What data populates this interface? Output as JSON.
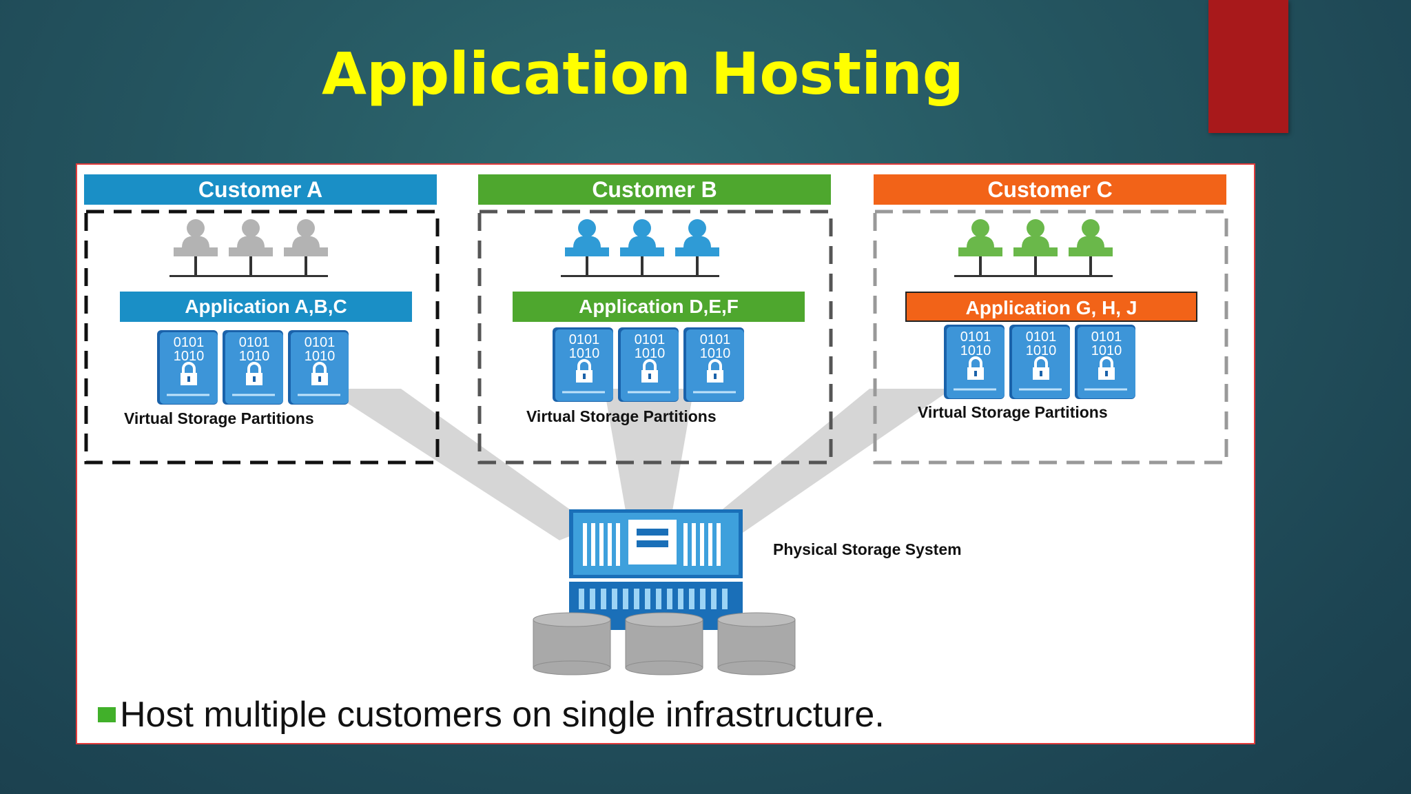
{
  "slide": {
    "title": "Application Hosting",
    "bullet": "Host multiple customers on single infrastructure."
  },
  "customers": [
    {
      "name": "Customer A",
      "apps": "Application A,B,C",
      "storage_label": "Virtual Storage Partitions",
      "color": "#1a8fc6",
      "user_color": "#b3b3b3"
    },
    {
      "name": "Customer B",
      "apps": "Application D,E,F",
      "storage_label": "Virtual Storage Partitions",
      "color": "#4ea72e",
      "user_color": "#2f9bd6"
    },
    {
      "name": "Customer C",
      "apps": "Application G, H, J",
      "storage_label": "Virtual Storage Partitions",
      "color": "#f26318",
      "user_color": "#6ab84a"
    }
  ],
  "disk_text": [
    "0101",
    "1010"
  ],
  "physical_storage_label": "Physical Storage System",
  "colors": {
    "title": "#ffff00",
    "accent_red": "#a8191b",
    "bullet_green": "#41b02a"
  }
}
